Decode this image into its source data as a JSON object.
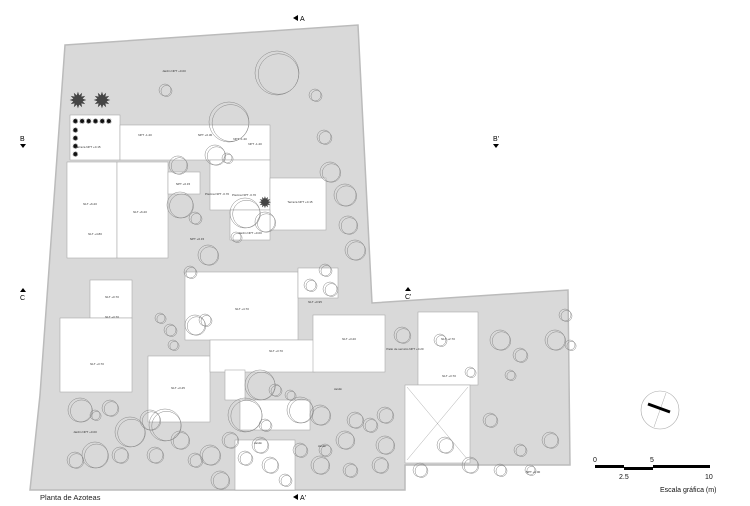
{
  "drawing": {
    "title": "Planta de Azoteas",
    "section_markers": [
      "A",
      "A'",
      "B",
      "B'",
      "C",
      "C'"
    ],
    "scale": {
      "label": "Escala gráfica (m)",
      "ticks": [
        "0",
        "2.5",
        "5",
        "10"
      ]
    },
    "room_labels": [
      "Jardín NPT +0.00",
      "Terraza NPT +0.15",
      "NPT -1.20",
      "NPT +0.30",
      "NPT -1.20",
      "NPT -1.20",
      "NLT +6.20",
      "NLT +6.20",
      "NLT +4.80",
      "NPT +0.15",
      "Piscina NPT -0.70",
      "Piscina NPT -0.70",
      "Terraza NPT +0.15",
      "Jardín NPT +0.00",
      "NPT +0.15",
      "NLT +4.70",
      "NLT +0.95",
      "NLT +0.70",
      "NLT +3.70",
      "NLT +3.70",
      "NLT +3.45",
      "NLT +3.70",
      "NLT +3.20",
      "Patio de servicio NPT +0.20",
      "NLT +2.70",
      "NLT +3.70",
      "Jardín",
      "Jardín",
      "Jardín NPT +0.00",
      "Jardín",
      "NPT +0.00"
    ]
  }
}
